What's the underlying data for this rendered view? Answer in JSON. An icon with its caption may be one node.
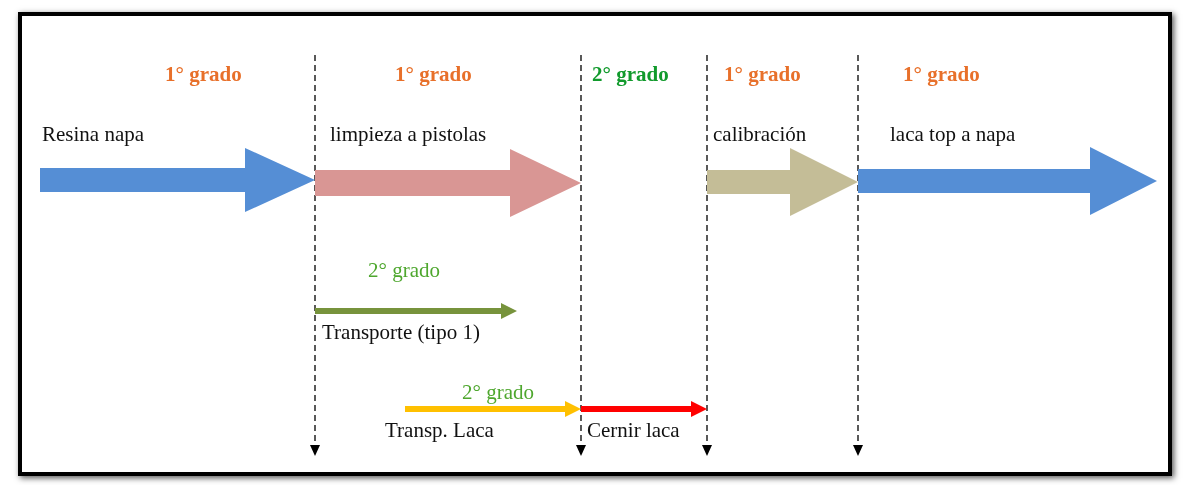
{
  "diagram": {
    "nodes": [
      {
        "text": [
          "Resina napa"
        ]
      },
      {
        "text": [
          "limpieza a pistolas"
        ]
      },
      {
        "text": [
          "calibración"
        ]
      },
      {
        "text": [
          "laca top a napa"
        ]
      },
      {
        "text": [
          "2° grado",
          "Transporte (tipo 1)"
        ]
      },
      {
        "text": [
          "2° grado",
          "Transp. Laca"
        ]
      },
      {
        "text": [
          "Cernir laca"
        ]
      }
    ],
    "labels": [
      "1° grado",
      "1° grado",
      "2° grado",
      "1° grado",
      "1° grado"
    ]
  }
}
